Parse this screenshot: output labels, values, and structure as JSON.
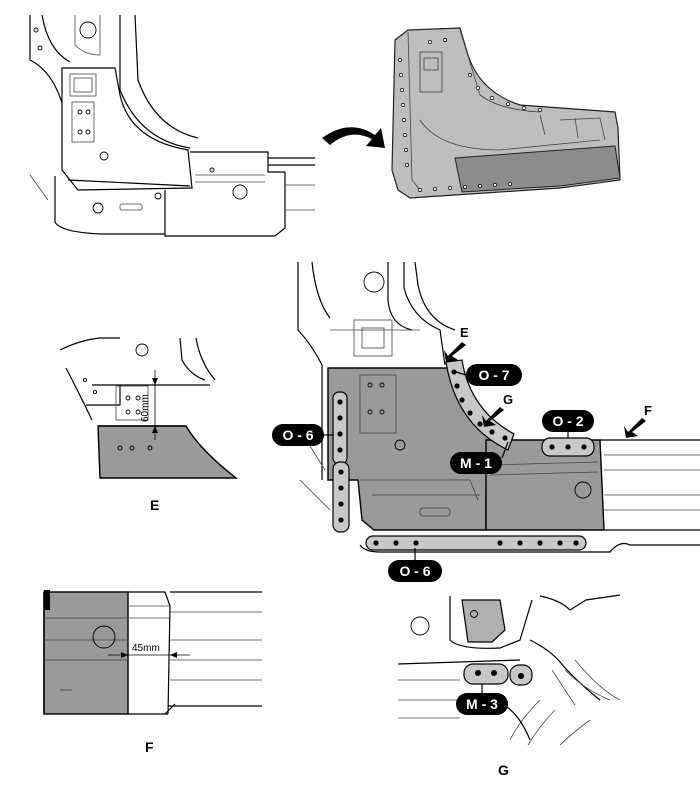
{
  "callouts": {
    "o7": "O - 7",
    "o6_left": "O - 6",
    "o6_bottom": "O - 6",
    "o2": "O - 2",
    "m1": "M - 1",
    "m3": "M - 3"
  },
  "pointers": {
    "e": "E",
    "g": "G",
    "f": "F"
  },
  "detail_captions": {
    "e": "E",
    "f": "F",
    "g": "G"
  },
  "dimensions": {
    "e_gap": "60mm",
    "f_gap": "45mm"
  },
  "colors": {
    "replaced_panel": "#9a9a9a",
    "weld_strip": "#c8c8c8",
    "line": "#000000"
  }
}
